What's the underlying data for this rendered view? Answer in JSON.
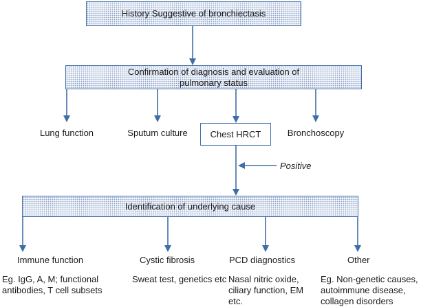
{
  "top_box": "History Suggestive of bronchiectasis",
  "confirmation_box": "Confirmation of diagnosis and evaluation of pulmonary status",
  "evaluations": [
    "Lung function",
    "Sputum culture",
    "Chest HRCT",
    "Bronchoscopy"
  ],
  "positive_label": "Positive",
  "cause_box": "Identification of underlying cause",
  "categories": [
    {
      "title": "Immune function",
      "detail": "Eg. IgG, A, M; functional antibodies, T cell subsets"
    },
    {
      "title": "Cystic fibrosis",
      "detail": "Sweat test, genetics etc"
    },
    {
      "title": "PCD diagnostics",
      "detail": "Nasal nitric oxide, ciliary function, EM etc."
    },
    {
      "title": "Other",
      "detail": "Eg. Non-genetic causes, autoimmune disease, collagen disorders"
    }
  ],
  "colors": {
    "line": "#3f6ea7",
    "box_fill": "#f4f6fb"
  }
}
